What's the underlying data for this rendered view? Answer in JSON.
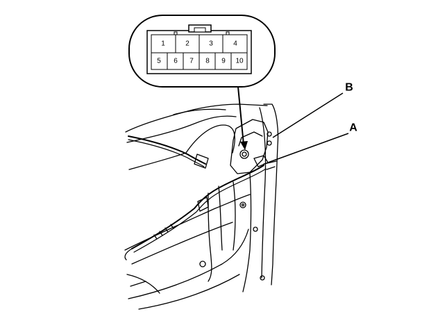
{
  "connector": {
    "top_row": [
      "1",
      "2",
      "3",
      "4"
    ],
    "bottom_row": [
      "5",
      "6",
      "7",
      "8",
      "9",
      "10"
    ]
  },
  "callouts": {
    "a": "A",
    "b": "B"
  }
}
